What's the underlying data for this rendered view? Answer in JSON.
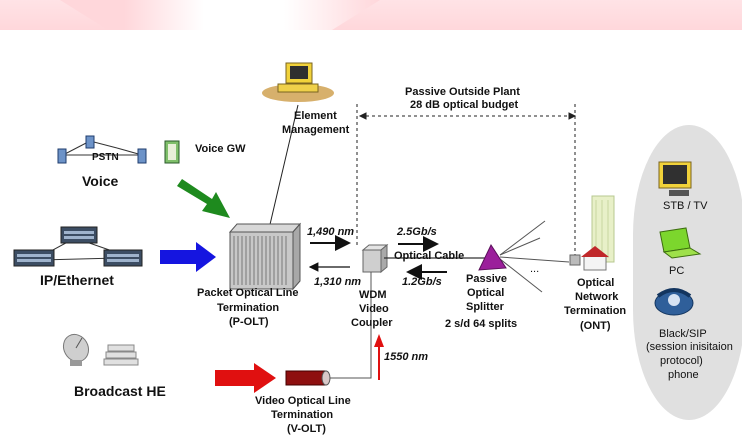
{
  "labels": {
    "outside_plant": "Passive Outside Plant",
    "budget": "28 dB optical budget",
    "element_mgmt_1": "Element",
    "element_mgmt_2": "Management",
    "voice_gw": "Voice GW",
    "pstn": "PSTN",
    "voice": "Voice",
    "ip_ethernet": "IP/Ethernet",
    "polt_1": "Packet Optical Line",
    "polt_2": "Termination",
    "polt_3": "(P-OLT)",
    "wl_1490": "1,490 nm",
    "wl_1310": "1,310 nm",
    "rate_down": "2.5Gb/s",
    "rate_up": "1.2Gb/s",
    "optical_cable": "Optical Cable",
    "wdm_1": "WDM",
    "wdm_2": "Video",
    "wdm_3": "Coupler",
    "splitter_1": "Passive",
    "splitter_2": "Optical",
    "splitter_3": "Splitter",
    "splitter_4": "2 s/d 64 splits",
    "dots": "...",
    "ont_1": "Optical",
    "ont_2": "Network",
    "ont_3": "Termination",
    "ont_4": "(ONT)",
    "wl_1550": "1550 nm",
    "broadcast": "Broadcast HE",
    "volt_1": "Video Optical Line",
    "volt_2": "Termination",
    "volt_3": "(V-OLT)",
    "stb_tv": "STB / TV",
    "pc": "PC",
    "phone_1": "Black/SIP",
    "phone_2": "(session inisitaion",
    "phone_3": "protocol)",
    "phone_4": "phone"
  },
  "colors": {
    "voice_arrow": "#1e8a1e",
    "ip_arrow": "#1515e0",
    "broadcast_arrow": "#e01010",
    "splitter": "#9b1f9b",
    "right_panel": "#e0e0e0"
  }
}
